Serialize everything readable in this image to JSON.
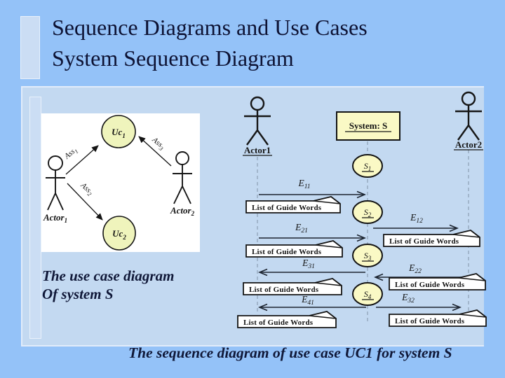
{
  "slide": {
    "title_line1": "Sequence Diagrams and Use Cases",
    "title_line2": "System Sequence Diagram",
    "left_caption_line1": "The use case diagram",
    "left_caption_line2": "Of system S",
    "bottom_caption": "The sequence diagram of use case UC1 for system S"
  },
  "colors": {
    "outer_bg": "#94C2F8",
    "panel_bg": "#C3D9F1",
    "accent_bar": "#CBDDF4",
    "title_text": "#0D1233",
    "note_yellow": "#FAF9C5",
    "usecase_ellipse": "#EFF4BC"
  },
  "usecase_diagram": {
    "uc1": {
      "base": "Uc",
      "sub": "1"
    },
    "uc2": {
      "base": "Uc",
      "sub": "2"
    },
    "actor1": {
      "base": "Actor",
      "sub": "1"
    },
    "actor2": {
      "base": "Actor",
      "sub": "2"
    },
    "assoc1": {
      "base": "Ass",
      "sub": "1"
    },
    "assoc2": {
      "base": "Ass",
      "sub": "2"
    },
    "assoc3": {
      "base": "Ass",
      "sub": "3"
    }
  },
  "sequence_diagram": {
    "actor1_label": "Actor1",
    "actor2_label": "Actor2",
    "system_label": "System: S",
    "guide_words_label": "List of Guide Words",
    "states": [
      {
        "base": "S",
        "sub": "1"
      },
      {
        "base": "S",
        "sub": "2"
      },
      {
        "base": "S",
        "sub": "3"
      },
      {
        "base": "S",
        "sub": "4"
      }
    ],
    "events": {
      "e11": {
        "base": "E",
        "sub": "11"
      },
      "e21": {
        "base": "E",
        "sub": "21"
      },
      "e31": {
        "base": "E",
        "sub": "31"
      },
      "e41": {
        "base": "E",
        "sub": "41"
      },
      "e12": {
        "base": "E",
        "sub": "12"
      },
      "e22": {
        "base": "E",
        "sub": "22"
      },
      "e32": {
        "base": "E",
        "sub": "32"
      }
    }
  }
}
